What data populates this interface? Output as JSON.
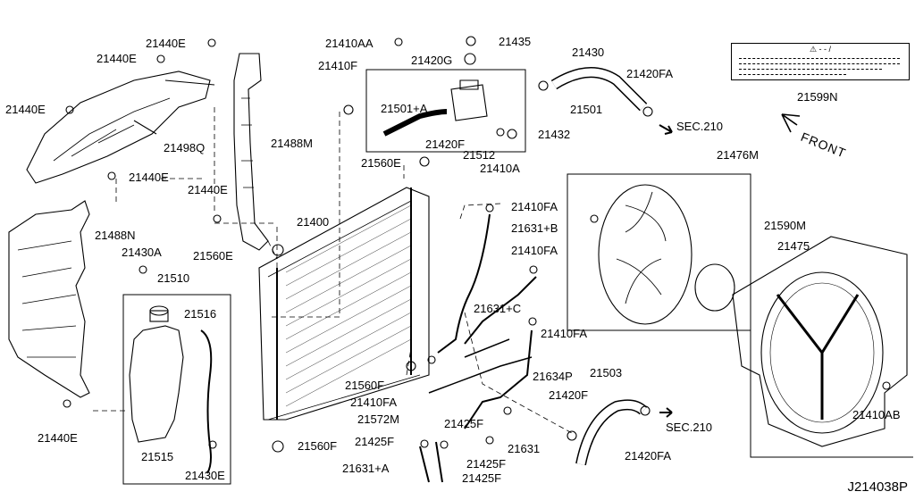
{
  "diagram": {
    "part_labels": [
      "21440E",
      "21440E",
      "21440E",
      "21498Q",
      "21440E",
      "21488M",
      "21440E",
      "21488N",
      "21430A",
      "21510",
      "21516",
      "21515",
      "21430E",
      "21440E",
      "21410AA",
      "21420G",
      "21435",
      "21430",
      "21410F",
      "21501+A",
      "21420F",
      "21512",
      "21432",
      "21410A",
      "21501",
      "21420FA",
      "21599N",
      "21560E",
      "21400",
      "21560E",
      "21410FA",
      "21631+B",
      "21410FA",
      "21631+C",
      "21410FA",
      "21634P",
      "21560F",
      "21410FA",
      "21572M",
      "21425F",
      "21420F",
      "21503",
      "21425F",
      "21631",
      "21425F",
      "21631+A",
      "21425F",
      "21560F",
      "21420FA",
      "21476M",
      "21590M",
      "21475",
      "21410AB"
    ],
    "section_refs": [
      "SEC.210",
      "SEC.210"
    ],
    "front_label": "FRONT",
    "warning_label_symbol": "⚠ - - /",
    "diagram_code": "J214038P"
  },
  "colors": {
    "line": "#000000",
    "background": "#ffffff"
  }
}
